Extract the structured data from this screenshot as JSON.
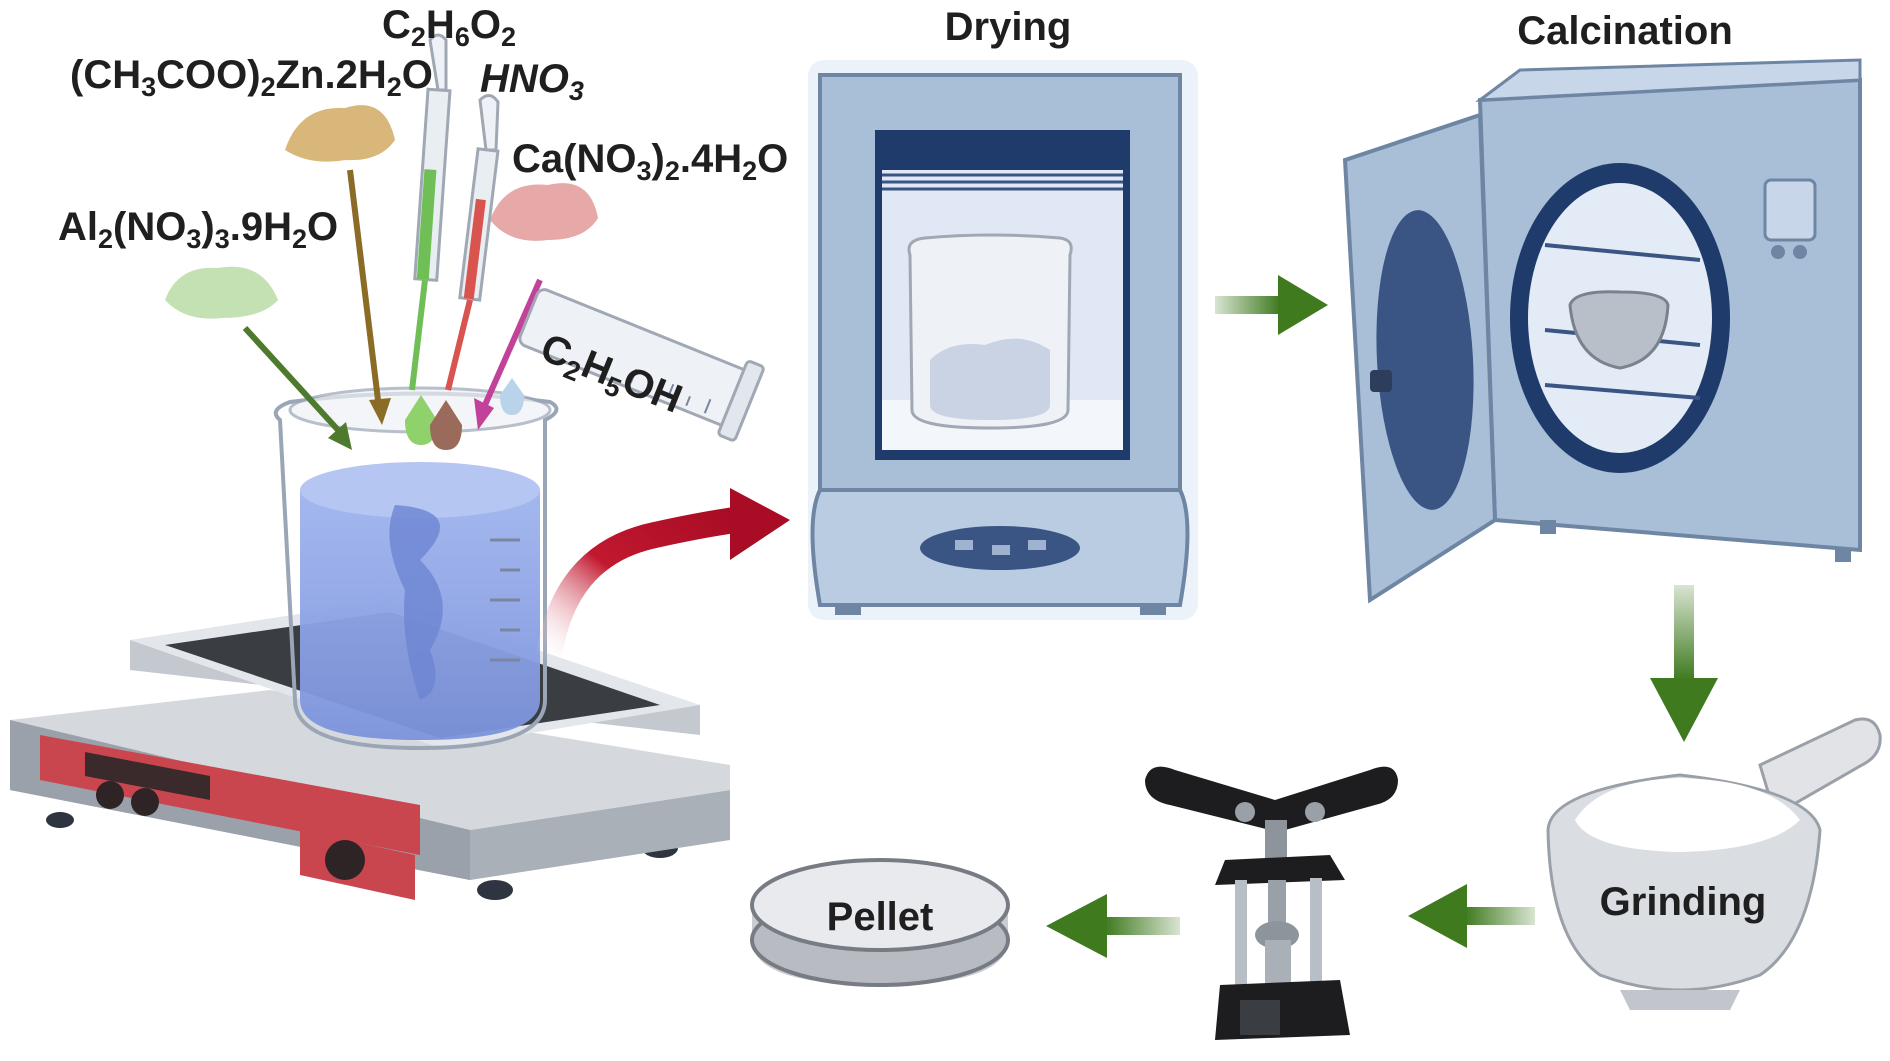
{
  "steps": {
    "drying": "Drying",
    "calcination": "Calcination",
    "grinding": "Grinding",
    "pellet": "Pellet"
  },
  "reagents": {
    "zinc_acetate": {
      "a": "(CH",
      "s1": "3",
      "b": "COO)",
      "s2": "2",
      "c": "Zn.2H",
      "s3": "2",
      "d": "O"
    },
    "ethylene_glycol": {
      "a": "C",
      "s1": "2",
      "b": "H",
      "s2": "6",
      "c": "O",
      "s3": "2"
    },
    "nitric_acid": {
      "a": "HNO",
      "s1": "3"
    },
    "calcium_nitrate": {
      "a": "Ca(NO",
      "s1": "3",
      "b": ")",
      "s2": "2",
      "c": ".4H",
      "s3": "2",
      "d": "O"
    },
    "aluminium_nitrate": {
      "a": "Al",
      "s1": "2",
      "b": "(NO",
      "s2": "3",
      "c": ")",
      "s3": "3",
      "d": ".9H",
      "s4": "2",
      "e": "O"
    },
    "ethanol": {
      "a": "C",
      "s1": "2",
      "b": "H",
      "s2": "5",
      "c": "OH"
    }
  },
  "colors": {
    "flow_arrow": "#3f7a1f",
    "transfer_arrow": "#b0102a",
    "oven_body": "#a9bfd8",
    "hotplate": "#c8ccd2",
    "hotplate_panel": "#c9464f",
    "solution": "#8fa6e6"
  }
}
